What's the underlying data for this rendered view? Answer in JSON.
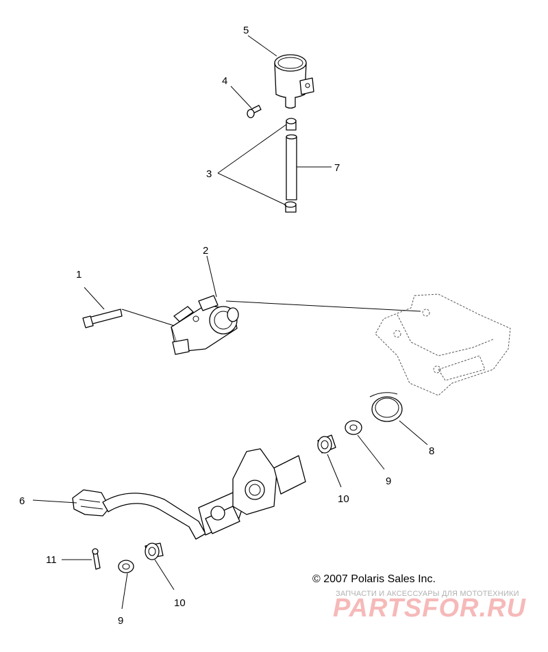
{
  "callouts": {
    "c1": "1",
    "c2": "2",
    "c3": "3",
    "c4": "4",
    "c5": "5",
    "c6": "6",
    "c7": "7",
    "c8": "8",
    "c9a": "9",
    "c9b": "9",
    "c10a": "10",
    "c10b": "10",
    "c11": "11"
  },
  "copyright": "© 2007 Polaris Sales Inc.",
  "watermark": {
    "tagline": "ЗАПЧАСТИ И АКСЕССУАРЫ ДЛЯ МОТОТЕХНИКИ",
    "brand": "PARTSFOR.RU"
  }
}
